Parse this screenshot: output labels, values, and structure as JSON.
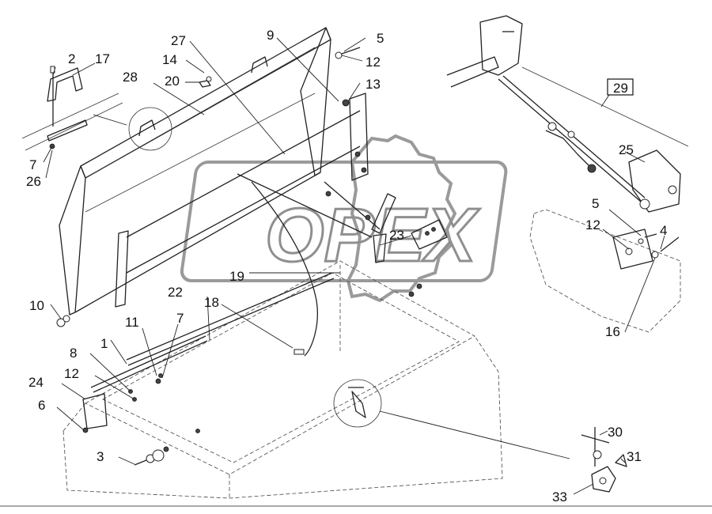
{
  "watermark_text": "OPEX",
  "group_label": "29",
  "part_labels": {
    "p1": "1",
    "p2": "2",
    "p3": "3",
    "p4": "4",
    "p5a": "5",
    "p5b": "5",
    "p6": "6",
    "p7a": "7",
    "p7b": "7",
    "p8": "8",
    "p9": "9",
    "p10": "10",
    "p11": "11",
    "p12a": "12",
    "p12b": "12",
    "p12c": "12",
    "p13": "13",
    "p14": "14",
    "p16": "16",
    "p17": "17",
    "p18": "18",
    "p19": "19",
    "p20": "20",
    "p22": "22",
    "p23": "23",
    "p24": "24",
    "p25": "25",
    "p26": "26",
    "p27": "27",
    "p28": "28",
    "p30": "30",
    "p31": "31",
    "p33": "33"
  }
}
